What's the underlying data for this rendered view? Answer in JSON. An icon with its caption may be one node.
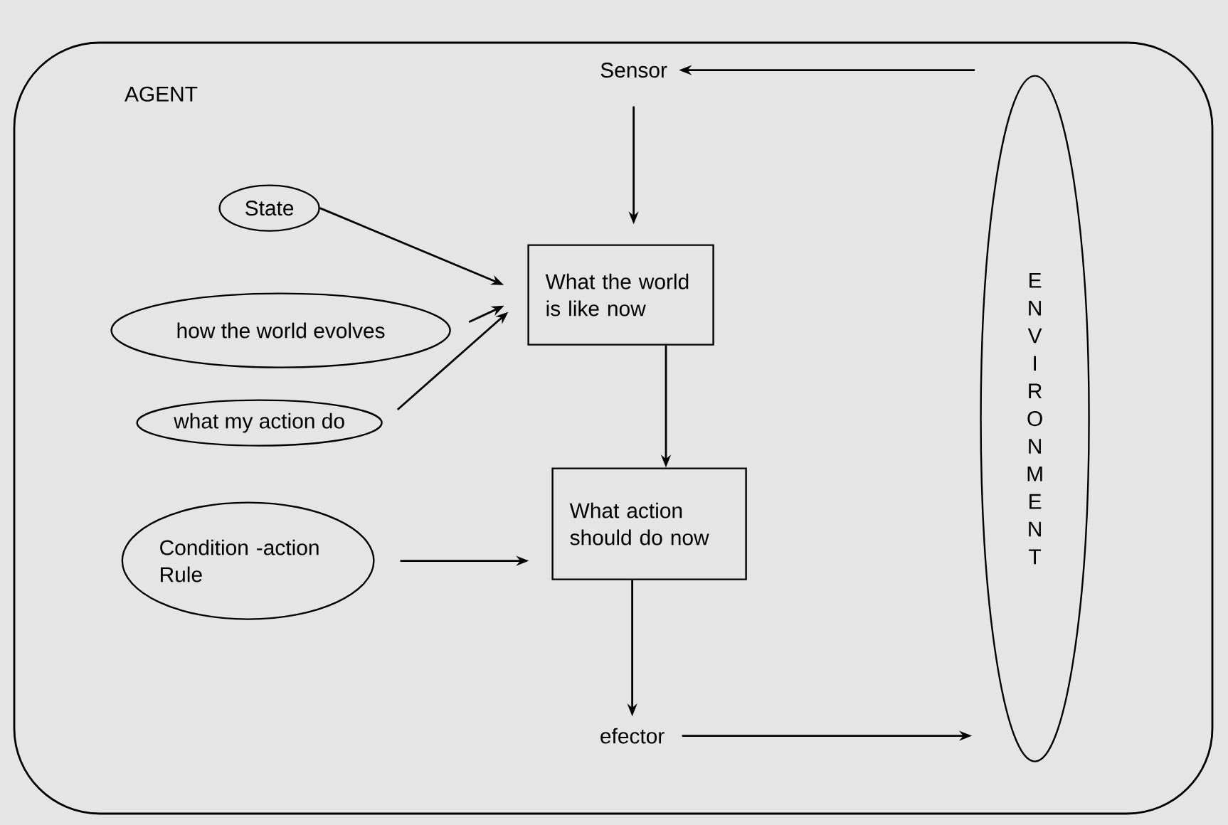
{
  "diagram": {
    "nodes": [
      {
        "text": [
          "AGENT"
        ]
      },
      {
        "text": [
          "Sensor"
        ],
        "in": 0
      },
      {
        "text": [
          "State"
        ],
        "in": 0
      },
      {
        "text": [
          "What the world is like now"
        ],
        "in": 0
      },
      {
        "text": [
          "how  the world evolves"
        ],
        "in": 0
      },
      {
        "text": [
          "what my action do"
        ],
        "in": 0
      },
      {
        "text": [
          "What action should do now"
        ],
        "in": 0
      },
      {
        "text": [
          "Condition -action Rule"
        ],
        "in": 0
      },
      {
        "text": [
          "efector"
        ],
        "in": 0
      },
      {
        "text": [
          "ENVIRONMENT"
        ],
        "in": 0
      }
    ],
    "edges": [
      {
        "from": 9,
        "to": 1,
        "arrow": "to"
      },
      {
        "from": 1,
        "to": 3,
        "arrow": "to"
      },
      {
        "from": 2,
        "to": 3,
        "arrow": "to"
      },
      {
        "from": 4,
        "to": 3,
        "arrow": "to"
      },
      {
        "from": 5,
        "to": 3,
        "arrow": "to"
      },
      {
        "from": 3,
        "to": 6,
        "arrow": "to"
      },
      {
        "from": 7,
        "to": 6,
        "arrow": "to"
      },
      {
        "from": 6,
        "to": 8,
        "arrow": "to"
      },
      {
        "from": 8,
        "to": 9,
        "arrow": "to"
      }
    ]
  }
}
